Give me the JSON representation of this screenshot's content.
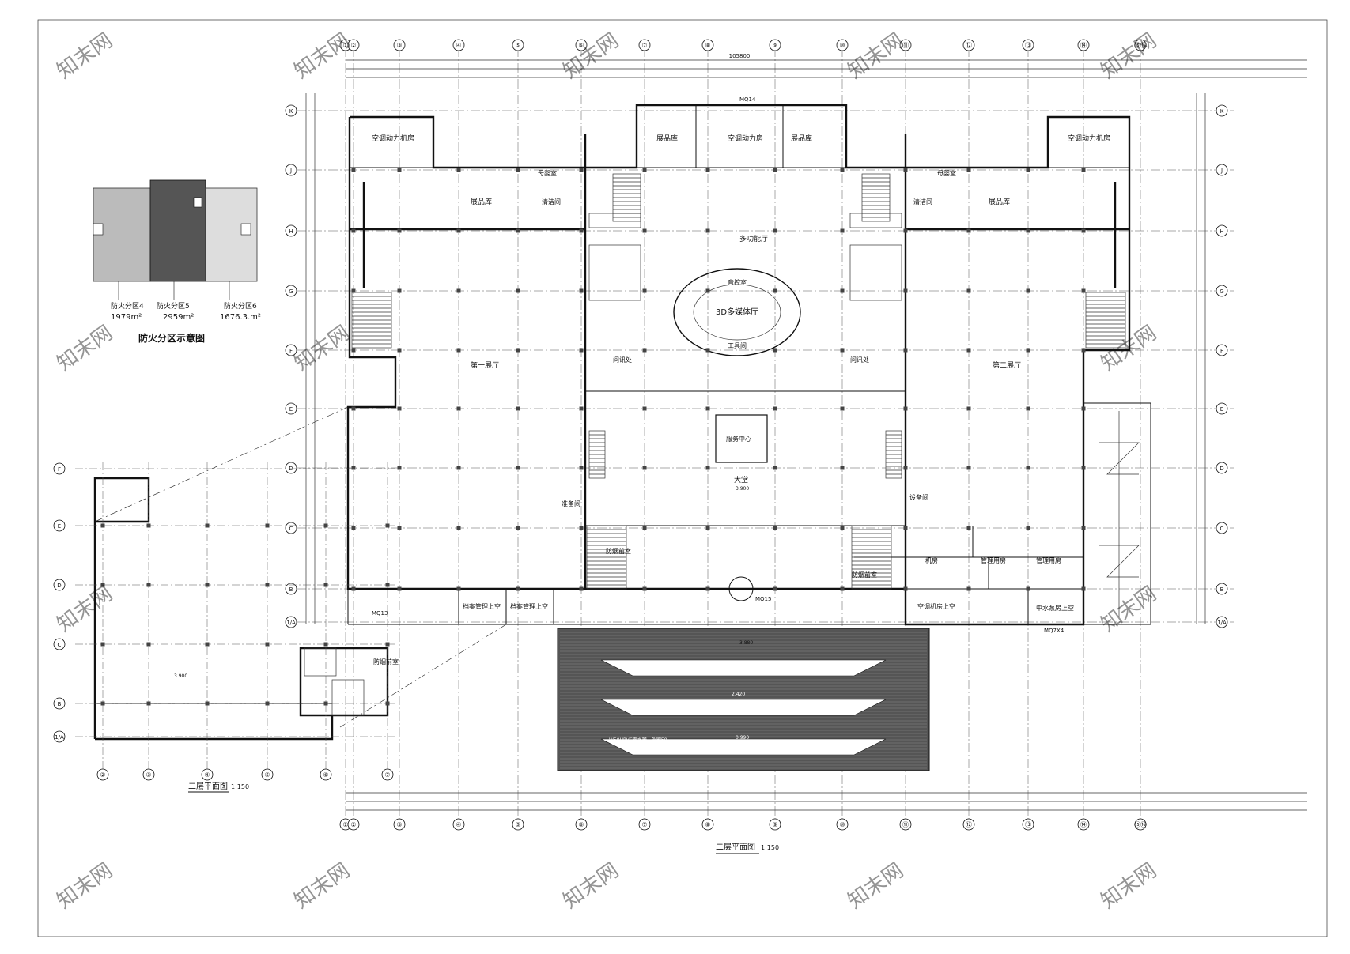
{
  "axes_x": [
    "①",
    "②",
    "③",
    "④",
    "⑤",
    "⑥",
    "⑦",
    "⑧",
    "⑨",
    "⑩",
    "⑪",
    "⑫",
    "⑬",
    "⑭",
    "⑮⑯"
  ],
  "axes_y": [
    "K",
    "J",
    "H",
    "G",
    "F",
    "E",
    "D",
    "C",
    "B",
    "1/A"
  ],
  "overall_dim": "105800",
  "rooms": {
    "ac_power_left": "空调动力机房",
    "ac_power_right": "空调动力机房",
    "ac_power_top": "空调动力房",
    "storage_top_l": "展品库",
    "storage_top_r": "展品库",
    "storage_left": "展品库",
    "storage_right": "展品库",
    "multi_hall": "多功能厅",
    "control": "音控室",
    "cinema": "3D多媒体厅",
    "tools": "工具间",
    "hall1": "第一展厅",
    "hall2": "第二展厅",
    "service": "服务中心",
    "lobby": "大堂",
    "lobby_elev": "3.900",
    "smoke_l": "防烟前室",
    "smoke_r": "防烟前室",
    "clean_l": "清洁间",
    "clean_r": "清洁间",
    "mother_l": "母婴室",
    "mother_r": "母婴室",
    "ask_l": "问讯处",
    "ask_r": "问讯处",
    "prep": "准备间",
    "equip": "设备间",
    "archive1": "档案管理上空",
    "archive2": "档案管理上空",
    "ac_above": "空调机房上空",
    "pump_above": "中水泵房上空",
    "mgmt1": "管理用房",
    "mgmt2": "管理用房",
    "mech": "机房",
    "mq14": "MQ14",
    "mq15": "MQ15",
    "mq13": "MQ13",
    "mq7x4": "MQ7X4"
  },
  "fire_zones": {
    "zone4_name": "防火分区4",
    "zone4_area": "1979m²",
    "zone5_name": "防火分区5",
    "zone5_area": "2959m²",
    "zone6_name": "防火分区6",
    "zone6_area": "1676.3.m²",
    "title": "防火分区示意图"
  },
  "detail": {
    "title": "二层平面图",
    "scale": "1:150",
    "axes_x": [
      "②",
      "③",
      "④",
      "⑤",
      "⑥",
      "⑦"
    ],
    "axes_y": [
      "F",
      "E",
      "D",
      "C",
      "B",
      "1/A"
    ],
    "elev": "3.900",
    "smoke": "防烟前室"
  },
  "main_title": "二层平面图",
  "main_scale": "1:150",
  "ramp": {
    "elev1": "3.880",
    "elev2": "2.420",
    "elev3": "0.990",
    "note": "W50UPVC雨水管，外刷50"
  },
  "watermark": "知末网"
}
